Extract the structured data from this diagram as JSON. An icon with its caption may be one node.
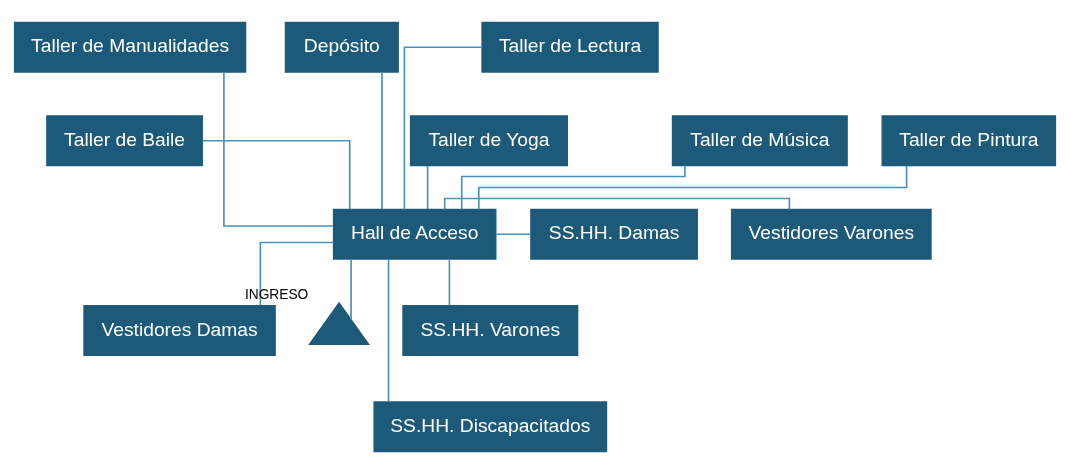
{
  "diagram": {
    "nodes": [
      {
        "text": [
          "Taller de Manualidades"
        ]
      },
      {
        "text": [
          "Depósito"
        ]
      },
      {
        "text": [
          "Taller de Lectura"
        ]
      },
      {
        "text": [
          "Taller de Baile"
        ]
      },
      {
        "text": [
          "Taller de Música"
        ]
      },
      {
        "text": [
          "Taller de Pintura"
        ]
      },
      {
        "text": [
          "Taller de Yoga"
        ]
      },
      {
        "text": [
          "Vestidores Varones"
        ]
      },
      {
        "text": [
          "Hall de Acceso"
        ]
      },
      {
        "text": [
          "SS.HH. Damas"
        ]
      },
      {
        "text": [
          "Vestidores Damas"
        ]
      },
      {
        "text": [
          "SS.HH. Varones"
        ]
      },
      {
        "text": [
          "SS.HH. Discapacitados"
        ]
      },
      {
        "text": [],
        "shape": "triangle",
        "beside": [
          "INGRESO"
        ]
      }
    ],
    "edges": [
      {
        "from": 8,
        "to": 0,
        "arrow": "none"
      },
      {
        "from": 8,
        "to": 1,
        "arrow": "none"
      },
      {
        "from": 8,
        "to": 2,
        "arrow": "none"
      },
      {
        "from": 8,
        "to": 3,
        "arrow": "none"
      },
      {
        "from": 8,
        "to": 4,
        "arrow": "none"
      },
      {
        "from": 8,
        "to": 5,
        "arrow": "none"
      },
      {
        "from": 8,
        "to": 6,
        "arrow": "none"
      },
      {
        "from": 8,
        "to": 7,
        "arrow": "none"
      },
      {
        "from": 8,
        "to": 10,
        "arrow": "none"
      },
      {
        "from": 8,
        "to": 9,
        "arrow": "none"
      },
      {
        "from": 8,
        "to": 11,
        "arrow": "none"
      },
      {
        "from": 8,
        "to": 12,
        "arrow": "none"
      },
      {
        "from": 8,
        "to": 13,
        "arrow": "none"
      }
    ]
  }
}
